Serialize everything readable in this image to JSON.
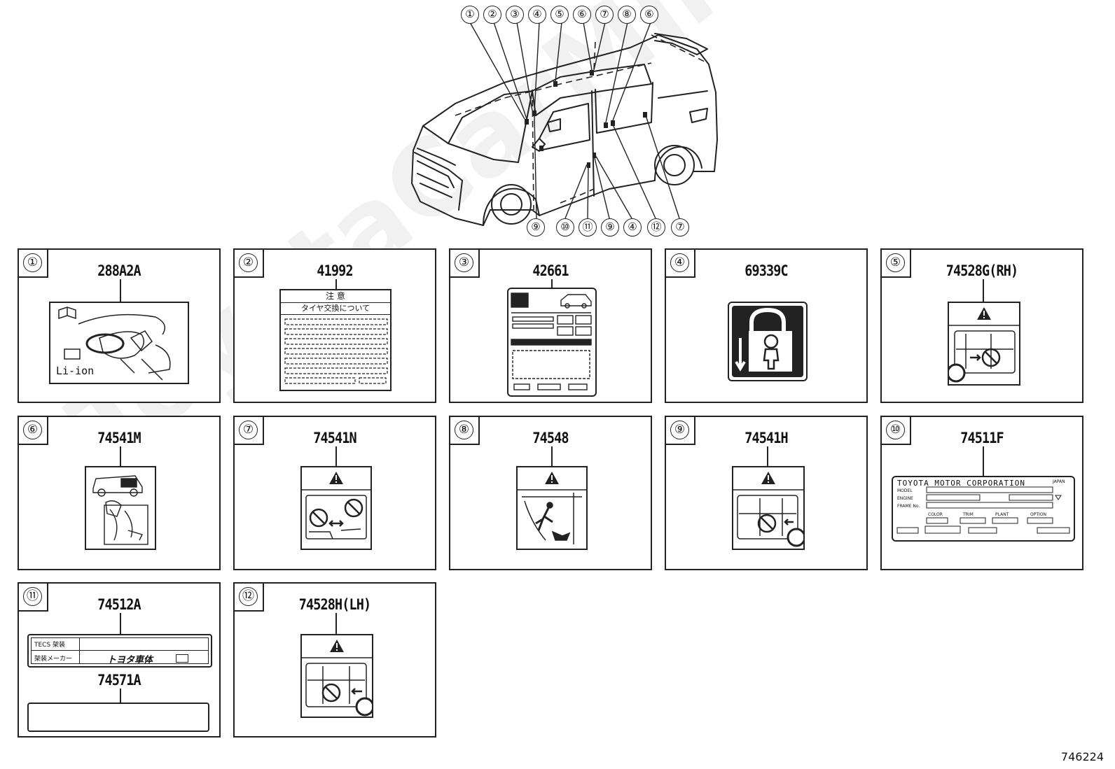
{
  "watermark": "ToyotaCarMine.ru",
  "figure_id": "746224",
  "vehicle_callouts": [
    "①",
    "②",
    "③",
    "④",
    "⑤",
    "⑥",
    "⑦",
    "⑧",
    "⑥",
    "⑨",
    "⑩",
    "⑪",
    "⑨",
    "④",
    "⑫",
    "⑦"
  ],
  "panels": [
    {
      "index": "①",
      "part": "288A2A",
      "label_text": "Li-ion"
    },
    {
      "index": "②",
      "part": "41992",
      "title": "注 意",
      "subtitle": "タイヤ交換について"
    },
    {
      "index": "③",
      "part": "42661"
    },
    {
      "index": "④",
      "part": "69339C"
    },
    {
      "index": "⑤",
      "part": "74528G(RH)"
    },
    {
      "index": "⑥",
      "part": "74541M"
    },
    {
      "index": "⑦",
      "part": "74541N"
    },
    {
      "index": "⑧",
      "part": "74548"
    },
    {
      "index": "⑨",
      "part": "74541H"
    },
    {
      "index": "⑩",
      "part": "74511F",
      "maker": "TOYOTA MOTOR CORPORATION",
      "country": "JAPAN",
      "rows": [
        "MODEL",
        "ENGINE",
        "FRAME No."
      ],
      "fields": [
        "COLOR",
        "TRIM",
        "PLANT",
        "OPTION"
      ]
    },
    {
      "index": "⑪",
      "part": "74512A",
      "part2": "74571A",
      "row1": "TECS 架装",
      "row2": "架装メーカー",
      "brand": "トヨタ車体"
    },
    {
      "index": "⑫",
      "part": "74528H(LH)"
    }
  ]
}
